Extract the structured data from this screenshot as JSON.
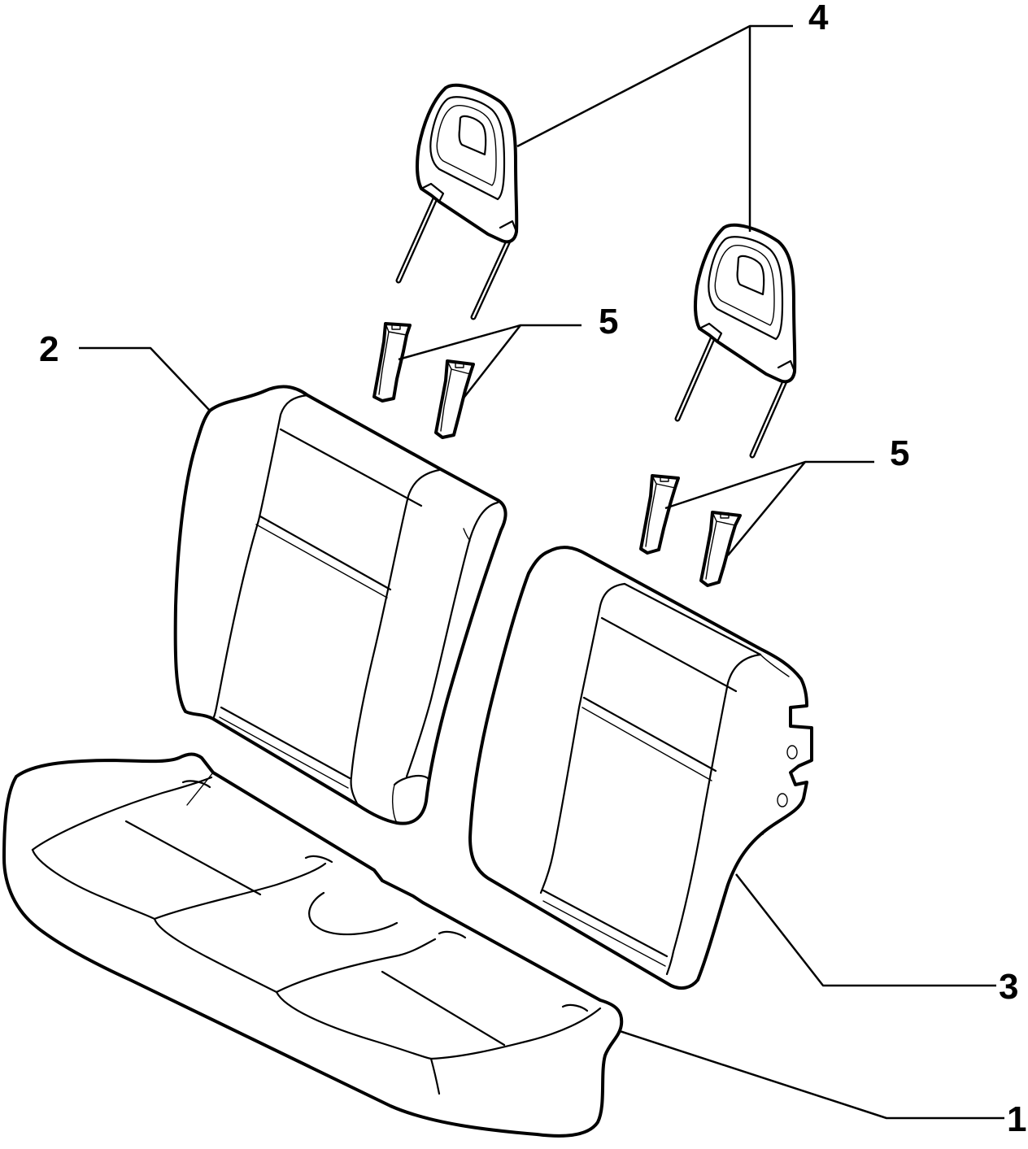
{
  "callouts": {
    "c1": "1",
    "c2": "2",
    "c3": "3",
    "c4": "4",
    "c5a": "5",
    "c5b": "5"
  },
  "colors": {
    "line": "#000000",
    "background": "#ffffff"
  }
}
